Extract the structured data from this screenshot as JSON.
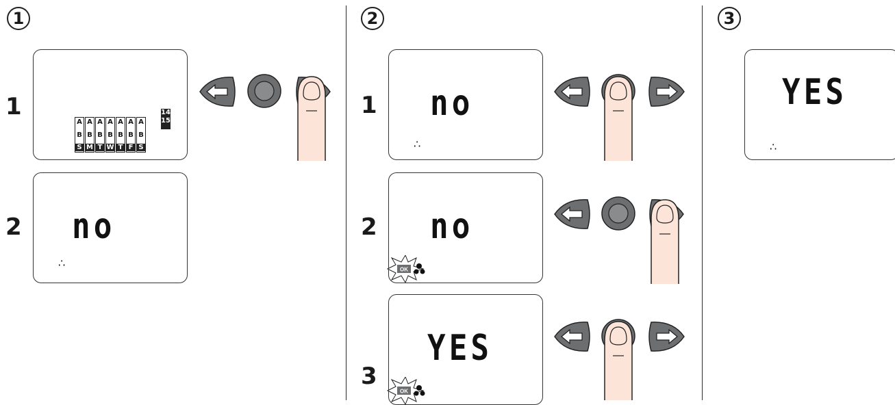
{
  "panels": [
    {
      "step": "1",
      "rows": [
        {
          "num": "1",
          "display": ""
        },
        {
          "num": "2",
          "display": "no"
        }
      ]
    },
    {
      "step": "2",
      "rows": [
        {
          "num": "1",
          "display": "no"
        },
        {
          "num": "2",
          "display": "no"
        },
        {
          "num": "3",
          "display": "YES"
        }
      ]
    },
    {
      "step": "3",
      "rows": [
        {
          "display": "YES"
        }
      ]
    }
  ],
  "week": {
    "ab_top": "A",
    "ab_bottom": "B",
    "days": [
      "S",
      "M",
      "T",
      "W",
      "T",
      "F",
      "S"
    ],
    "schedule_top": "14",
    "schedule_bottom": "15"
  },
  "ok_label": "OK",
  "drops_glyph": "∴",
  "icons": [
    "left-arrow-button",
    "ok-button",
    "right-arrow-button",
    "finger-press"
  ]
}
